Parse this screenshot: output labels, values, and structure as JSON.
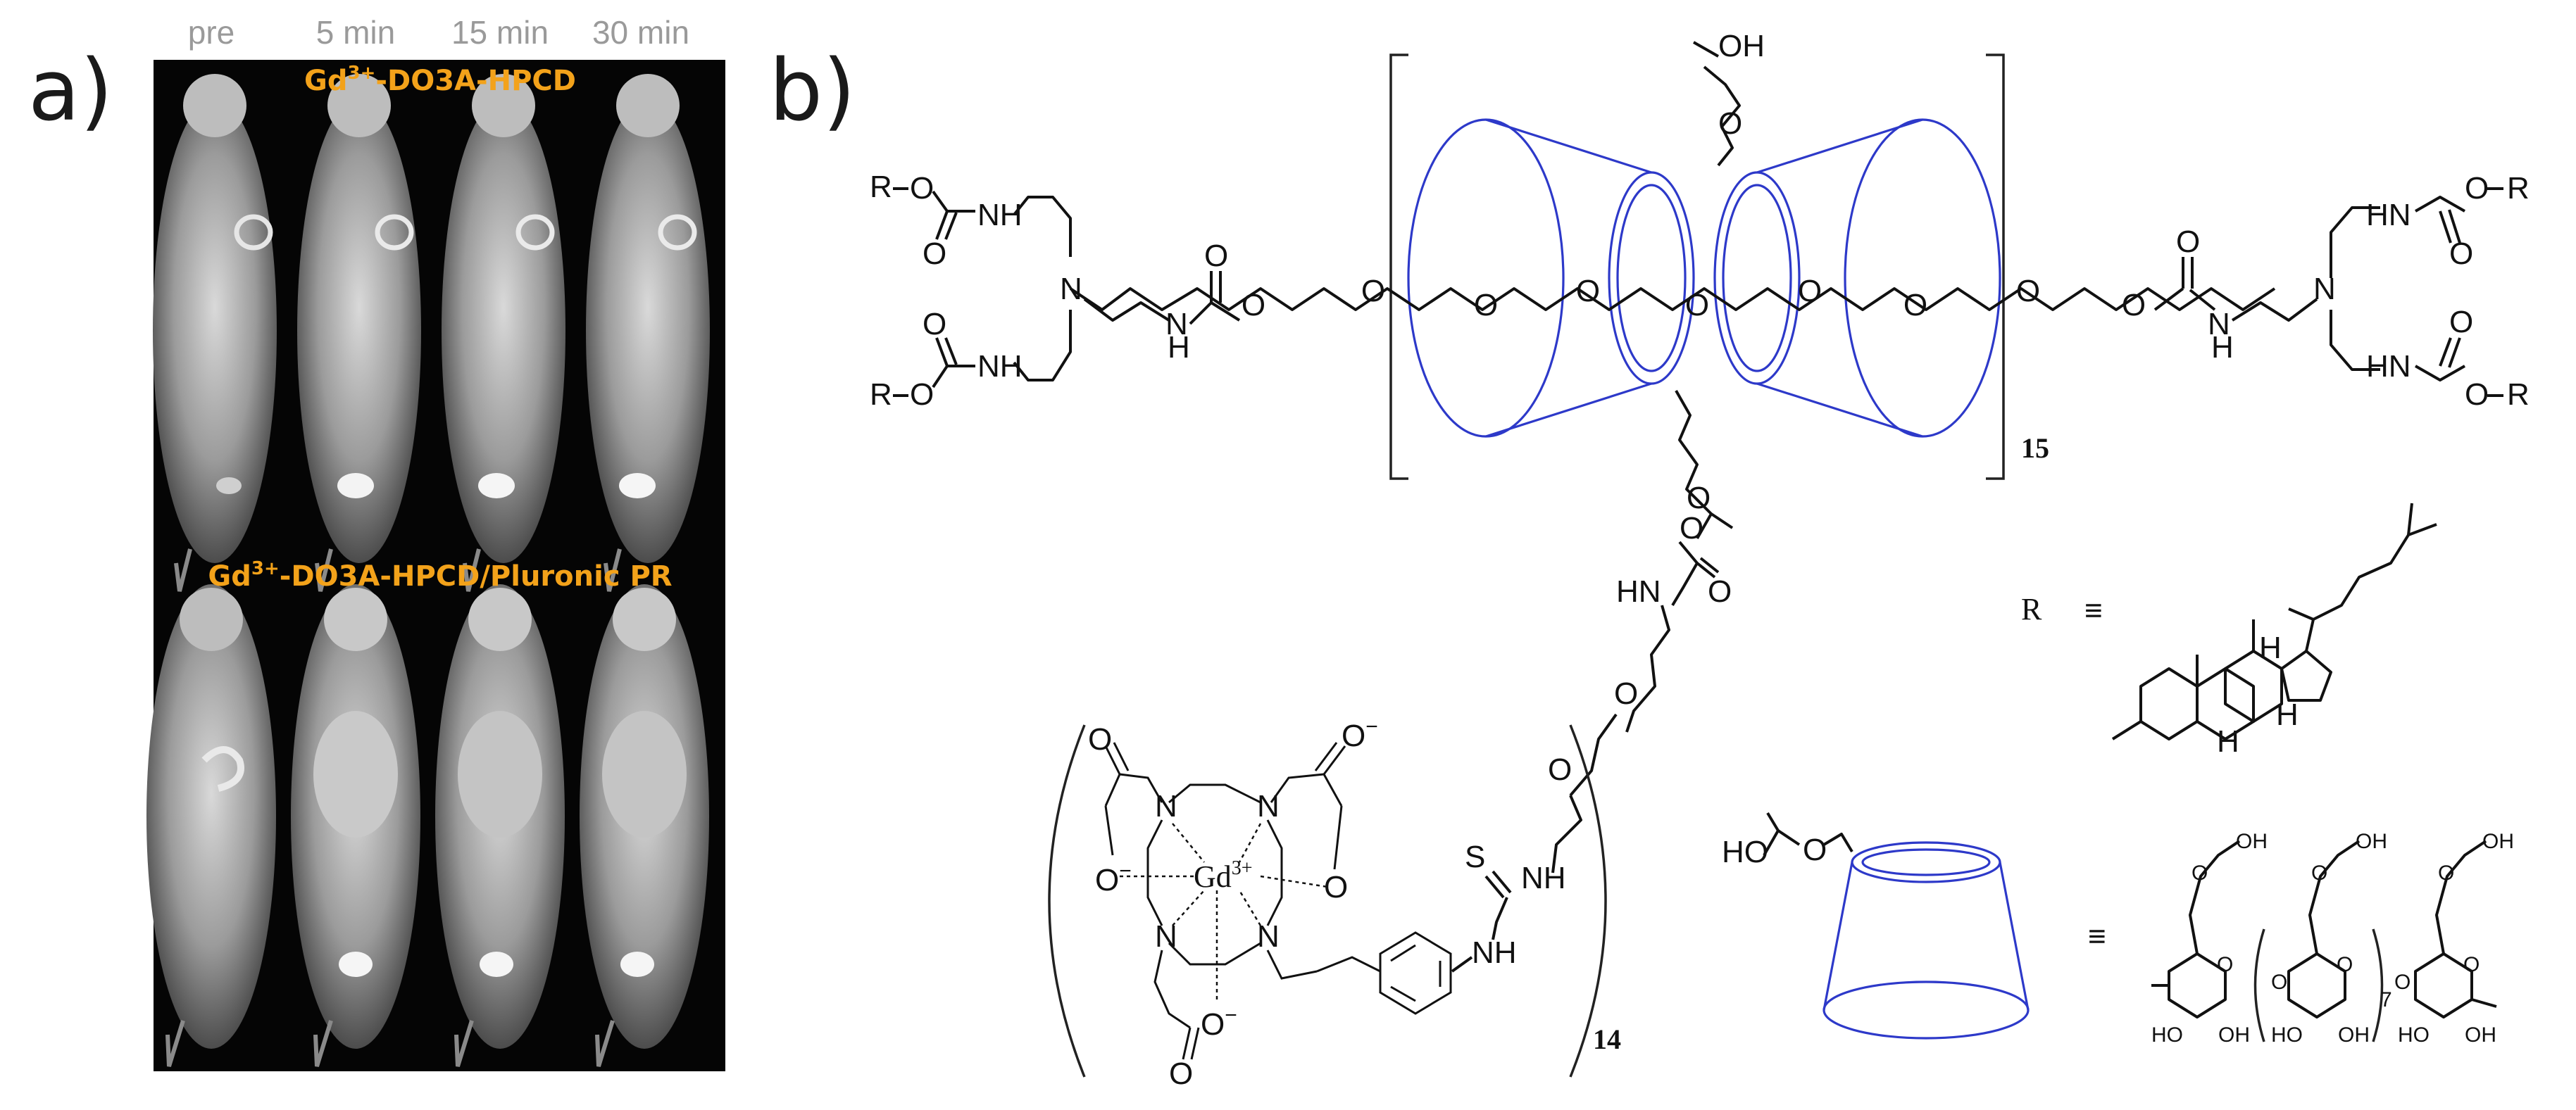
{
  "panel_a": {
    "label": "a)",
    "columns": [
      "pre",
      "5 min",
      "15 min",
      "30 min"
    ],
    "row1_title_prefix": "Gd",
    "row1_title_sup": "3+",
    "row1_title_suffix": "-DO3A-HPCD",
    "row2_title_prefix": "Gd",
    "row2_title_sup": "3+",
    "row2_title_suffix": "-DO3A-HPCD/Pluronic PR",
    "accent_color": "#f3a21a"
  },
  "panel_b": {
    "label": "b)",
    "atoms": {
      "R": "R",
      "O": "O",
      "NH": "NH",
      "HN": "HN",
      "N": "N",
      "H": "H",
      "OH": "OH",
      "HO": "HO",
      "S": "S",
      "Gd": "Gd",
      "Gd_charge": "3+",
      "O_minus": "O",
      "minus": "−",
      "R_label": "R"
    },
    "repeat_15": "15",
    "repeat_14": "14",
    "repeat_7": "7",
    "equiv_symbol": "≡",
    "cone_color": "#2d39c9"
  }
}
